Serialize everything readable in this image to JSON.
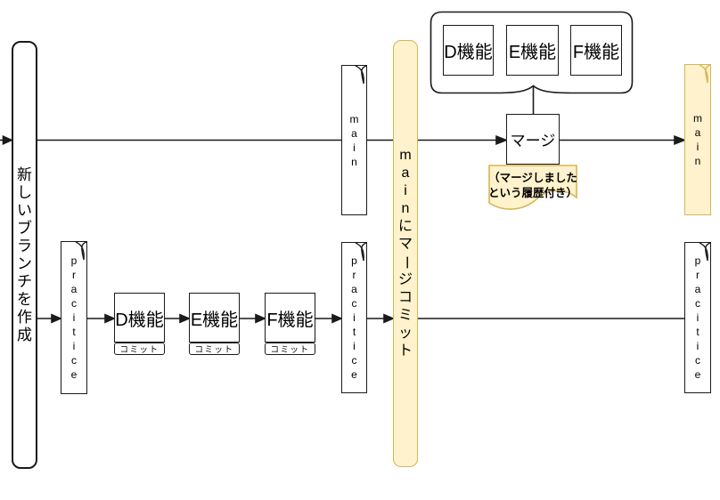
{
  "colors": {
    "highlight_fill": "#FFF2CC",
    "highlight_stroke": "#D6B656",
    "line_stroke": "#1a1a1a"
  },
  "left_panel": {
    "label": "新しいブランチを作成"
  },
  "branch_tags": {
    "main_left": "main",
    "main_right": "main",
    "practice_left": "pracitice",
    "practice_mid": "pracitice",
    "practice_right": "pracitice"
  },
  "highlight_bar": {
    "label": "mainにマージコミット"
  },
  "feature_summary": {
    "items": [
      "D機能",
      "E機能",
      "F機能"
    ]
  },
  "merge": {
    "box_label": "マージ",
    "note_line1": "（マージしました",
    "note_line2": "という履歴付き）"
  },
  "commits": [
    {
      "label": "D機能",
      "badge": "コミット"
    },
    {
      "label": "E機能",
      "badge": "コミット"
    },
    {
      "label": "F機能",
      "badge": "コミット"
    }
  ]
}
